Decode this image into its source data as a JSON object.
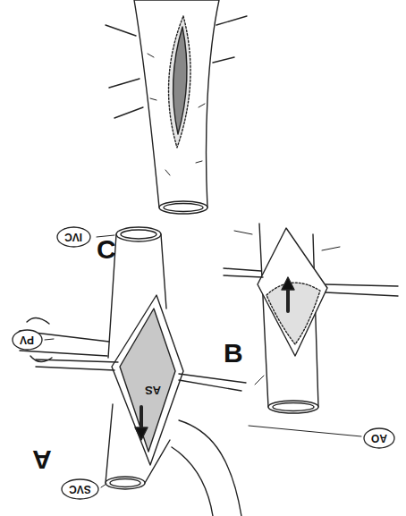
{
  "diagram": {
    "nodes": [
      {
        "text": [
          "IVC"
        ]
      },
      {
        "text": [
          "PV"
        ]
      },
      {
        "text": [
          "AO"
        ]
      },
      {
        "text": [
          "SVC"
        ]
      }
    ],
    "labels": [
      "C",
      "B",
      "A",
      "AS"
    ]
  }
}
